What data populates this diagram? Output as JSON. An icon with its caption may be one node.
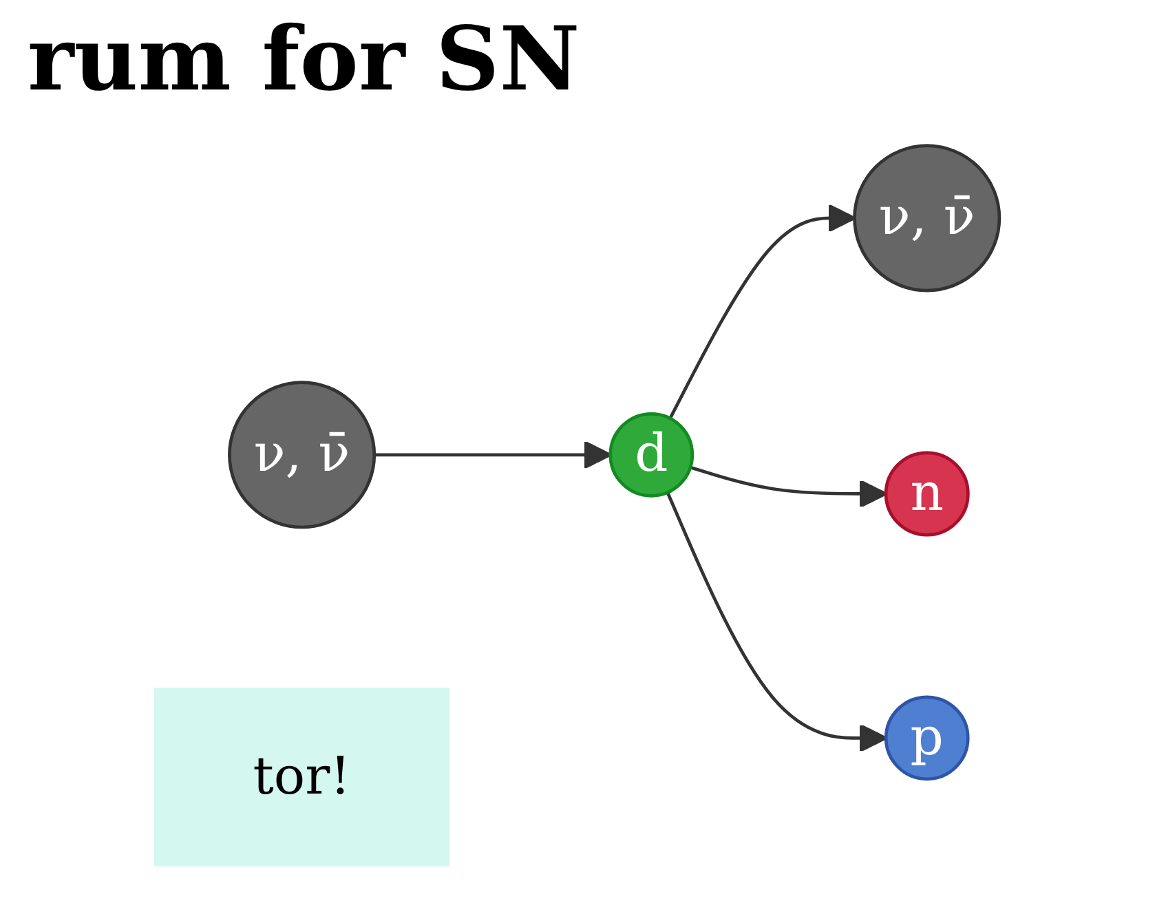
{
  "diagram": {
    "title": "rum for SN",
    "nodes": [
      {
        "text": [
          "ν, ν̄"
        ]
      },
      {
        "text": [
          "d"
        ]
      },
      {
        "text": [
          "ν, ν̄"
        ]
      },
      {
        "text": [
          "n"
        ]
      },
      {
        "text": [
          "p"
        ]
      },
      {
        "text": [
          "tor!"
        ]
      }
    ],
    "edges": [
      {
        "from": 0,
        "to": 1,
        "arrow": "to"
      },
      {
        "from": 1,
        "to": 2,
        "arrow": "to"
      },
      {
        "from": 1,
        "to": 3,
        "arrow": "to"
      },
      {
        "from": 1,
        "to": 4,
        "arrow": "to"
      }
    ]
  }
}
